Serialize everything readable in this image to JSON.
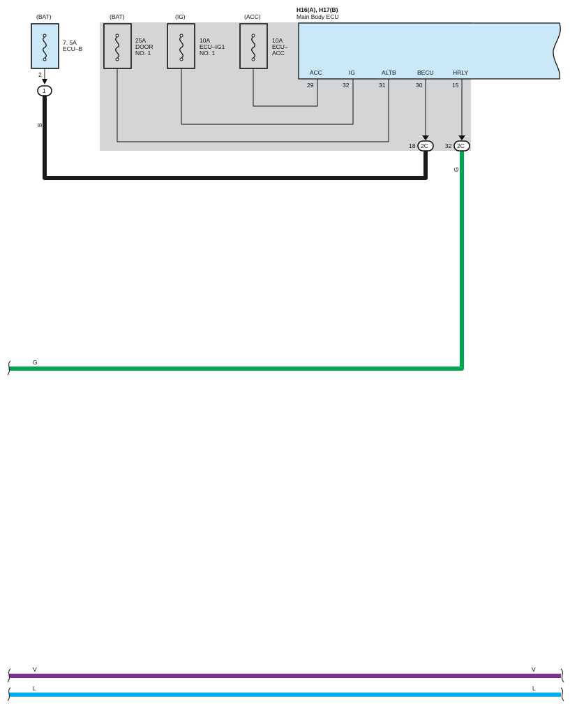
{
  "ecu": {
    "title": "H16(A), H17(B)",
    "subtitle": "Main Body ECU",
    "pins": [
      {
        "name": "ACC",
        "number": "29"
      },
      {
        "name": "IG",
        "number": "32"
      },
      {
        "name": "ALTB",
        "number": "31"
      },
      {
        "name": "BECU",
        "number": "30"
      },
      {
        "name": "HRLY",
        "number": "15"
      }
    ]
  },
  "fuses": [
    {
      "source": "(BAT)",
      "rating": "7. 5A",
      "name1": "ECU–B",
      "name2": "",
      "pin": "2"
    },
    {
      "source": "(BAT)",
      "rating": "25A",
      "name1": "DOOR",
      "name2": "NO. 1"
    },
    {
      "source": "(IG)",
      "rating": "10A",
      "name1": "ECU–IG1",
      "name2": "NO. 1"
    },
    {
      "source": "(ACC)",
      "rating": "10A",
      "name1": "ECU–",
      "name2": "ACC"
    }
  ],
  "connectors": [
    {
      "label": "1",
      "pin": ""
    },
    {
      "label": "2C",
      "pin": "18"
    },
    {
      "label": "2C",
      "pin": "32"
    }
  ],
  "wires": {
    "b_wire": "B",
    "g_wire": "G",
    "g_wire_left": "G",
    "v_left": "V",
    "v_right": "V",
    "l_left": "L",
    "l_right": "L"
  },
  "colors": {
    "junction_block": "#d4d5d7",
    "ecu_fill": "#cbe8f8",
    "black_wire": "#1a1a1a",
    "green_wire": "#00a651",
    "violet_wire": "#7b3294",
    "blue_wire": "#00aeef"
  }
}
